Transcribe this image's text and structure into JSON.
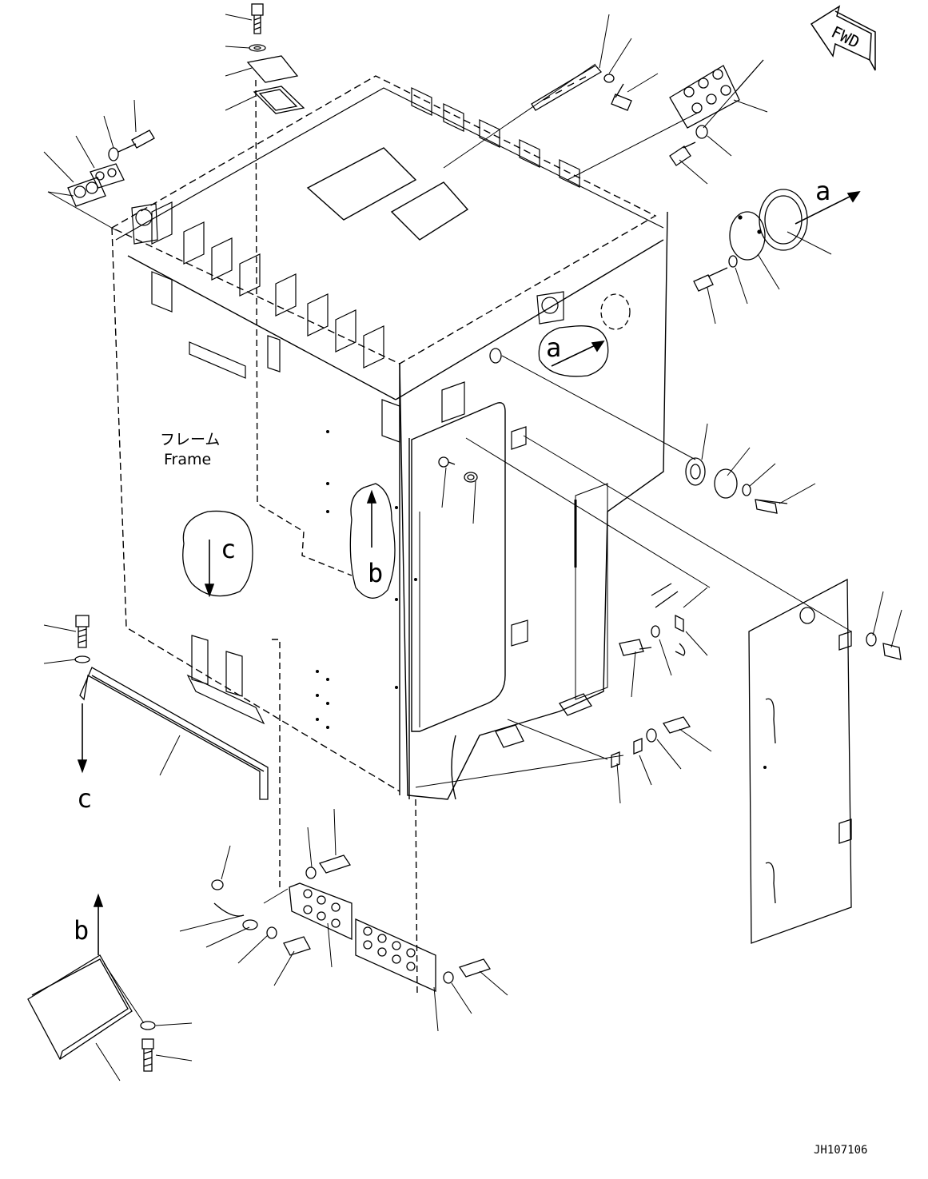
{
  "frame_label_jp": "フレーム",
  "frame_label_en": "Frame",
  "fwd_label": "FWD",
  "view_labels": {
    "a_top": "a",
    "a_circle": "a",
    "b_circle": "b",
    "b_bottom": "b",
    "c_circle": "c",
    "c_bottom": "c"
  },
  "drawing_id": "JH107106"
}
